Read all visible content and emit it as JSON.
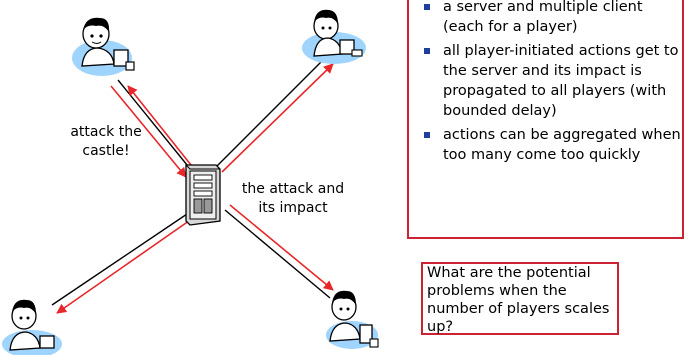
{
  "diagram": {
    "label_attack": "attack the\ncastle!",
    "label_impact": "the attack and\nits impact",
    "nodes": [
      {
        "name": "player-top-left",
        "icon": "person-at-computer-icon"
      },
      {
        "name": "player-top-right",
        "icon": "person-at-computer-icon"
      },
      {
        "name": "player-bottom-left",
        "icon": "person-at-computer-icon"
      },
      {
        "name": "player-bottom-right",
        "icon": "person-at-computer-icon"
      },
      {
        "name": "server",
        "icon": "server-tower-icon"
      }
    ],
    "colors": {
      "link": "#000000",
      "message": "#e8272b",
      "accent_box": "#cc2233",
      "bullet": "#1f3f9f"
    }
  },
  "bullets": [
    "a server and multiple client (each for a player)",
    "all player-initiated actions get to the server and its impact is propagated to all players (with bounded delay)",
    "actions can be aggregated when too many come too quickly"
  ],
  "question": "What are the potential problems when the number of players scales up?"
}
